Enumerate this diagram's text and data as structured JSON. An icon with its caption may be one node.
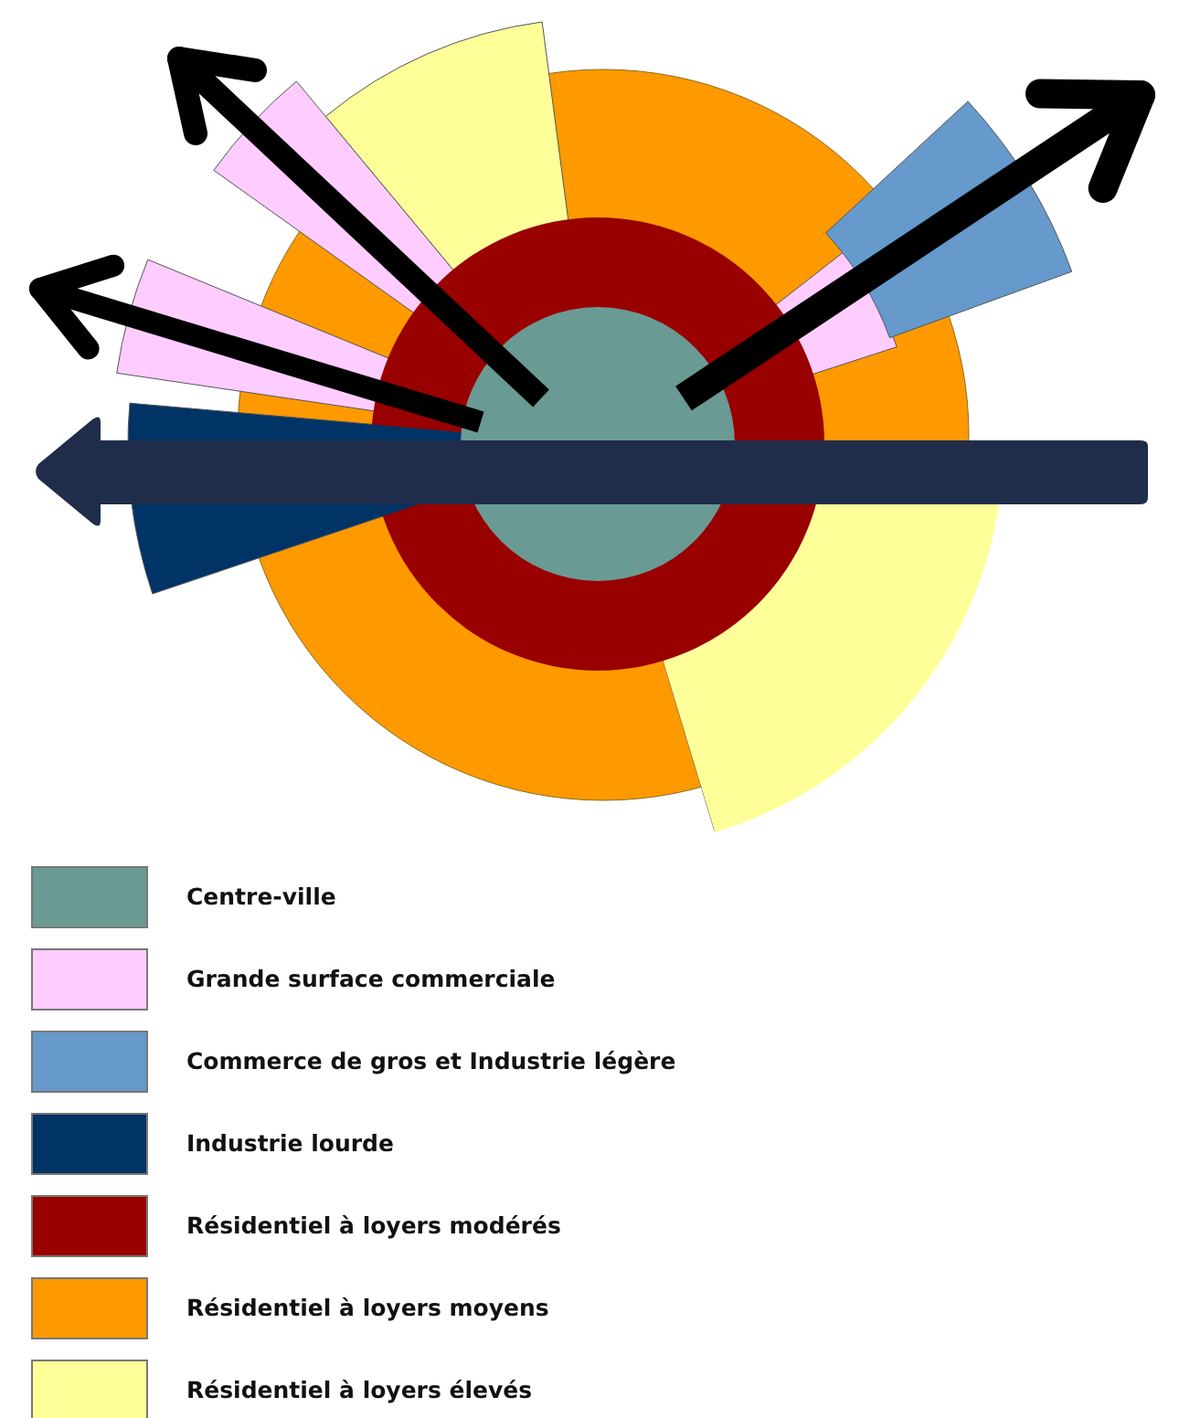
{
  "diagram": {
    "legend": [
      {
        "text": "Centre-ville",
        "color": "#6a9a94"
      },
      {
        "text": "Grande surface commerciale",
        "color": "#ffccff"
      },
      {
        "text": "Commerce de gros et Industrie légère",
        "color": "#6699cc"
      },
      {
        "text": "Industrie lourde",
        "color": "#003366"
      },
      {
        "text": "Résidentiel à loyers modérés",
        "color": "#990000"
      },
      {
        "text": "Résidentiel à loyers moyens",
        "color": "#ff9900"
      },
      {
        "text": "Résidentiel à loyers élevés",
        "color": "#ffff99"
      }
    ]
  }
}
